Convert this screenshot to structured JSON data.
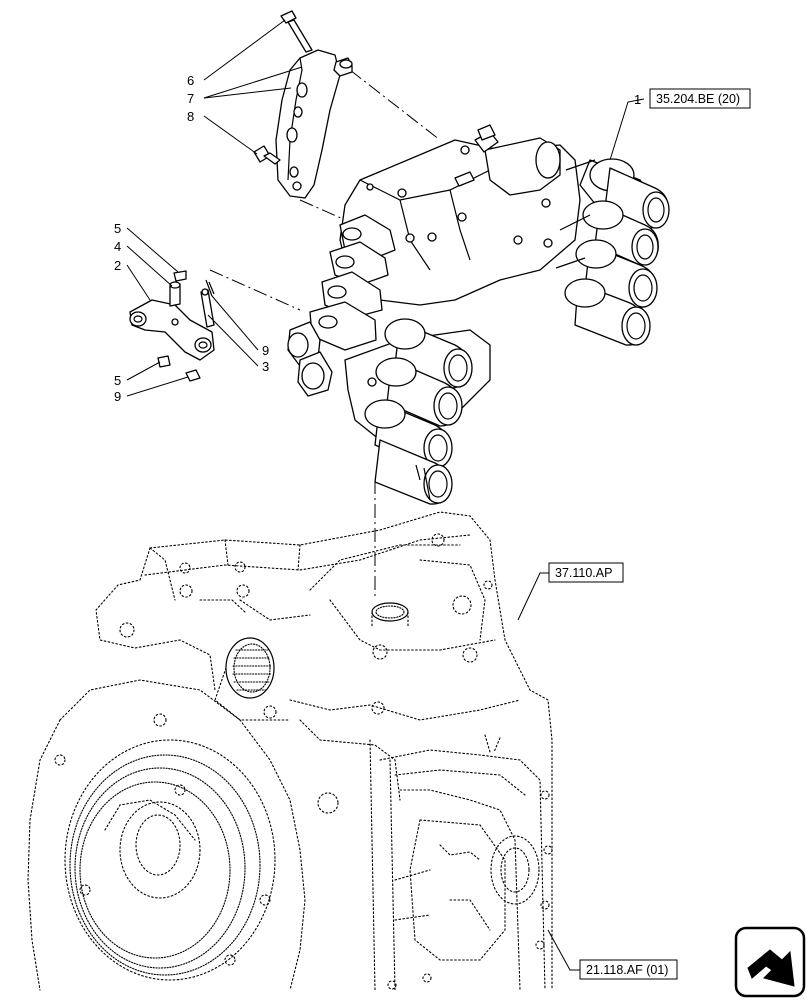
{
  "callouts": {
    "c1": "1",
    "c2": "2",
    "c3": "3",
    "c4": "4",
    "c5a": "5",
    "c5b": "5",
    "c6": "6",
    "c7": "7",
    "c8": "8",
    "c9a": "9",
    "c9b": "9"
  },
  "references": {
    "valve_ref": "35.204.BE (20)",
    "housing_ref": "37.110.AP",
    "transmission_ref": "21.118.AF (01)"
  },
  "icons": {
    "nav": "next-page-arrow-icon"
  }
}
